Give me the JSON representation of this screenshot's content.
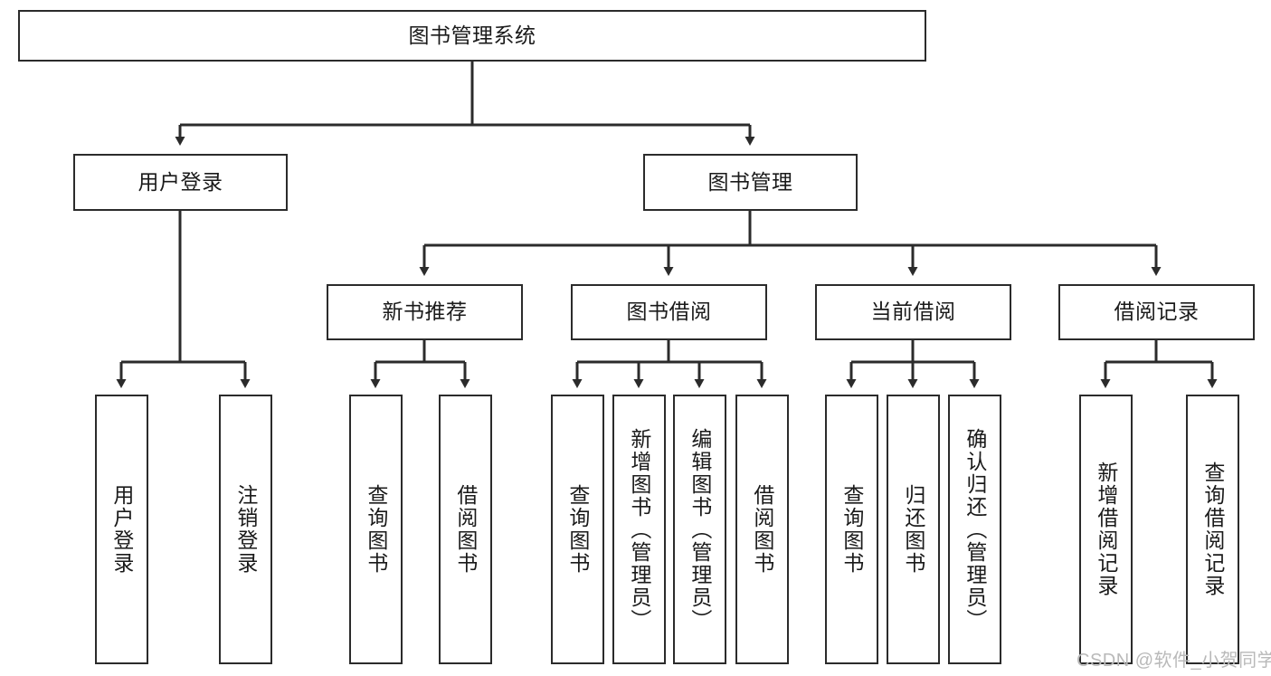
{
  "diagram": {
    "type": "tree",
    "title": "图书管理系统",
    "colors": {
      "stroke": "#2b2b2b",
      "fill": "#ffffff",
      "text": "#1a1a1a",
      "watermark": "#b9b9b9"
    },
    "nodes": {
      "root": {
        "label": "图书管理系统"
      },
      "level2": [
        {
          "id": "user-login",
          "label": "用户登录"
        },
        {
          "id": "book-manage",
          "label": "图书管理"
        }
      ],
      "level3": [
        {
          "id": "new-book-recommend",
          "label": "新书推荐"
        },
        {
          "id": "book-borrow",
          "label": "图书借阅"
        },
        {
          "id": "current-borrow",
          "label": "当前借阅"
        },
        {
          "id": "borrow-record",
          "label": "借阅记录"
        }
      ],
      "leaves": {
        "user-login": [
          {
            "id": "leaf-user-login",
            "label": "用户登录"
          },
          {
            "id": "leaf-logout-login",
            "label": "注销登录"
          }
        ],
        "new-book-recommend": [
          {
            "id": "leaf-query-book-1",
            "label": "查询图书"
          },
          {
            "id": "leaf-borrow-book-1",
            "label": "借阅图书"
          }
        ],
        "book-borrow": [
          {
            "id": "leaf-query-book-2",
            "label": "查询图书"
          },
          {
            "id": "leaf-add-book",
            "label": "新增图书（管理员）"
          },
          {
            "id": "leaf-edit-book",
            "label": "编辑图书（管理员）"
          },
          {
            "id": "leaf-borrow-book-2",
            "label": "借阅图书"
          }
        ],
        "current-borrow": [
          {
            "id": "leaf-query-book-3",
            "label": "查询图书"
          },
          {
            "id": "leaf-return-book",
            "label": "归还图书"
          },
          {
            "id": "leaf-confirm-return",
            "label": "确认归还（管理员）"
          }
        ],
        "borrow-record": [
          {
            "id": "leaf-add-record",
            "label": "新增借阅记录"
          },
          {
            "id": "leaf-query-record",
            "label": "查询借阅记录"
          }
        ]
      }
    },
    "watermark": "CSDN @软件_小贺同学"
  }
}
